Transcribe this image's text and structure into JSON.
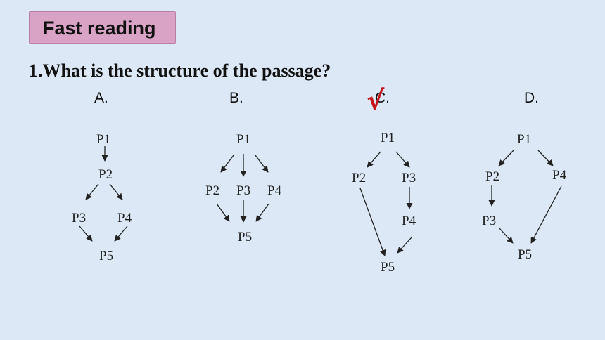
{
  "header": {
    "title": "Fast reading"
  },
  "question": {
    "text": "1.What is the structure of the passage?"
  },
  "options": [
    {
      "label": "A.",
      "nodes": [
        "P1",
        "P2",
        "P3",
        "P4",
        "P5"
      ]
    },
    {
      "label": "B.",
      "nodes": [
        "P1",
        "P2",
        "P3",
        "P4",
        "P5"
      ]
    },
    {
      "label": "C.",
      "nodes": [
        "P1",
        "P2",
        "P3",
        "P4",
        "P5"
      ]
    },
    {
      "label": "D.",
      "nodes": [
        "P1",
        "P2",
        "P3",
        "P4",
        "P5"
      ]
    }
  ],
  "answer": {
    "mark": "√",
    "selected_option": "C.",
    "color": "#c4161c"
  }
}
